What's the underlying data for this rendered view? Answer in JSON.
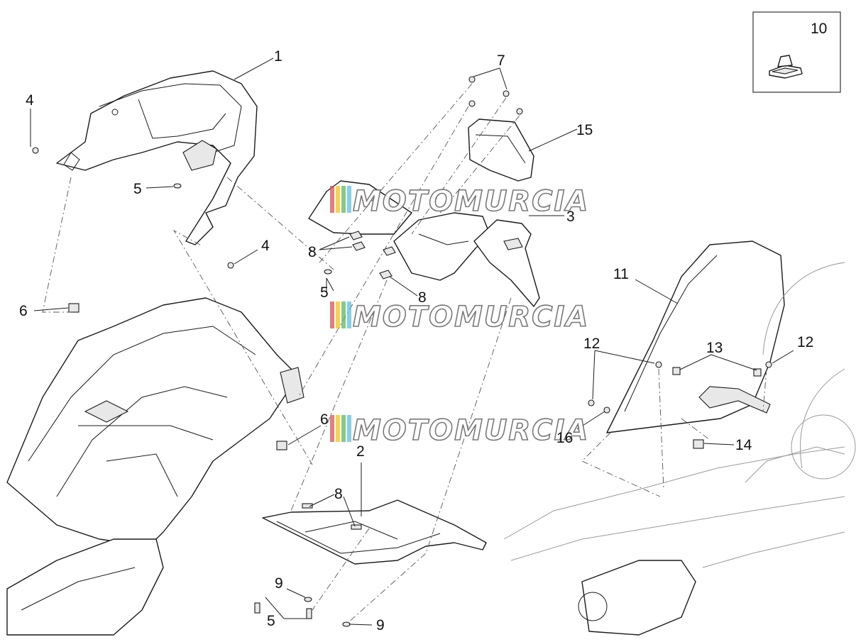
{
  "diagram": {
    "callouts": [
      {
        "id": "c1",
        "label": "1"
      },
      {
        "id": "c2",
        "label": "2"
      },
      {
        "id": "c3",
        "label": "3"
      },
      {
        "id": "c4a",
        "label": "4"
      },
      {
        "id": "c4b",
        "label": "4"
      },
      {
        "id": "c5a",
        "label": "5"
      },
      {
        "id": "c5b",
        "label": "5"
      },
      {
        "id": "c5c",
        "label": "5"
      },
      {
        "id": "c6a",
        "label": "6"
      },
      {
        "id": "c6b",
        "label": "6"
      },
      {
        "id": "c7",
        "label": "7"
      },
      {
        "id": "c8a",
        "label": "8"
      },
      {
        "id": "c8b",
        "label": "8"
      },
      {
        "id": "c8c",
        "label": "8"
      },
      {
        "id": "c9a",
        "label": "9"
      },
      {
        "id": "c9b",
        "label": "9"
      },
      {
        "id": "c10",
        "label": "10"
      },
      {
        "id": "c11",
        "label": "11"
      },
      {
        "id": "c12a",
        "label": "12"
      },
      {
        "id": "c12b",
        "label": "12"
      },
      {
        "id": "c13",
        "label": "13"
      },
      {
        "id": "c14",
        "label": "14"
      },
      {
        "id": "c15",
        "label": "15"
      },
      {
        "id": "c16",
        "label": "16"
      }
    ],
    "watermark": {
      "text": "MOTOMURCIA",
      "stripe_colors": [
        "#d9534f",
        "#f0c419",
        "#5cb85c",
        "#5bc0de"
      ]
    }
  }
}
